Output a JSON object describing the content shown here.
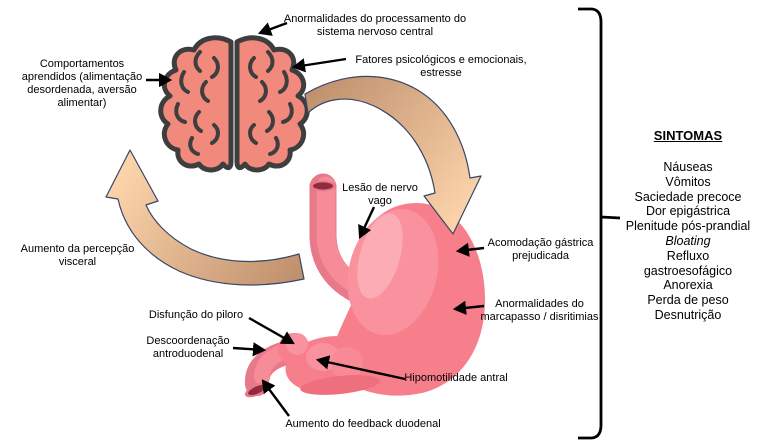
{
  "labels": {
    "cns": "Anormalidades do processamento do sistema nervoso central",
    "psych": "Fatores psicológicos e emocionais, estresse",
    "behaviors": "Comportamentos aprendidos (alimentação desordenada, aversão alimentar)",
    "vagus": "Lesão de nervo vago",
    "accommodation": "Acomodação gástrica prejudicada",
    "pacemaker": "Anormalidades do marcapasso / disritimias",
    "perception": "Aumento da percepção visceral",
    "pylorus": "Disfunção do piloro",
    "antroduodenal": "Descoordenação antroduodenal",
    "antral": "Hipomotilidade antral",
    "feedback": "Aumento do feedback duodenal"
  },
  "symptoms": {
    "title": "SINTOMAS",
    "items": [
      "Náuseas",
      "Vômitos",
      "Saciedade precoce",
      "Dor epigástrica",
      "Plenitude pós-prandial",
      "Bloating",
      "Refluxo gastroesofágico",
      "Anorexia",
      "Perda de peso",
      "Desnutrição"
    ]
  },
  "icons": {
    "brain": "brain-illustration",
    "stomach": "stomach-illustration",
    "cycle_right": "curved-arrow-brain-to-stomach",
    "cycle_left": "curved-arrow-stomach-to-brain",
    "bracket": "symptoms-bracket"
  },
  "colors": {
    "brain_fill": "#F2897D",
    "brain_outline": "#3E3E3E",
    "stomach_main": "#F77F8C",
    "stomach_highlight": "#F9929E",
    "stomach_highlight2": "#FBACB5",
    "stomach_shade": "#E8798A",
    "stomach_opening": "#8F2B40",
    "cycle_arrow_start": "#BE8F6C",
    "cycle_arrow_end": "#FDD5AB",
    "cycle_arrow_outline": "#3A4667",
    "pointer_arrow": "#000000",
    "text": "#000000"
  }
}
